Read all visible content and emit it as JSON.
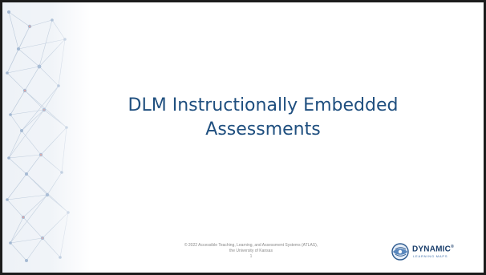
{
  "slide": {
    "title_line1": "DLM Instructionally Embedded",
    "title_line2": "Assessments",
    "footer_line1": "© 2022 Accessible Teaching, Learning, and Assessment Systems (ATLAS),",
    "footer_line2": "the University of Kansas",
    "page_number": "1"
  },
  "logo": {
    "wordmark": "DYNAMIC",
    "registered": "®",
    "tagline": "LEARNING MAPS"
  },
  "colors": {
    "title": "#1f4f7f",
    "border": "#1c1c1c",
    "logo_navy": "#1b3f6c",
    "network_blue": "#9fb5d0",
    "network_red": "#d9a1a1"
  }
}
